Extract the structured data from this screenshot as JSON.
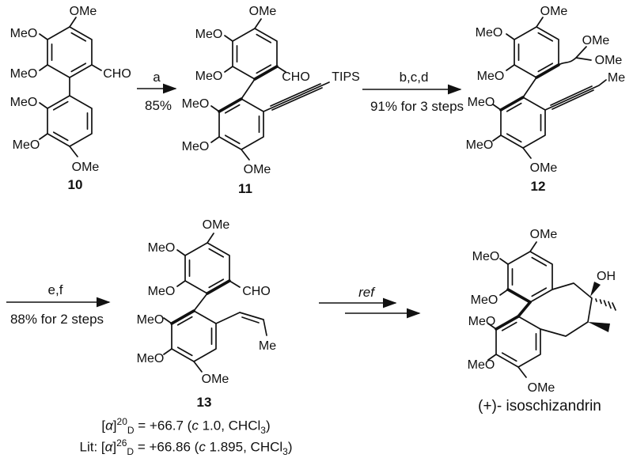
{
  "scheme": {
    "tokens": {
      "ome": "OMe",
      "meo": "MeO",
      "cho": "CHO",
      "tips": "TIPS",
      "me": "Me",
      "oh": "OH"
    },
    "compounds": {
      "c10": {
        "number": "10"
      },
      "c11": {
        "number": "11"
      },
      "c12": {
        "number": "12"
      },
      "c13": {
        "number": "13"
      },
      "product": {
        "name": "(+)- isoschizandrin"
      }
    },
    "arrows": {
      "a": {
        "label": "a",
        "yield": "85%"
      },
      "bcd": {
        "label": "b,c,d",
        "yield": "91% for 3 steps"
      },
      "ef": {
        "label": "e,f",
        "yield": "88% for 2 steps"
      },
      "ref": {
        "label": "ref"
      }
    },
    "rotation": {
      "line1": {
        "prefix": "",
        "bl": "[",
        "alpha": "α",
        "br": "]",
        "sup": "20",
        "sub": "D",
        "mid": " = +66.7 (",
        "c": "c",
        "tail": " 1.0, CHCl",
        "s3": "3",
        "end": ")"
      },
      "line2": {
        "prefix": "Lit: ",
        "bl": "[",
        "alpha": "α",
        "br": "]",
        "sup": "26",
        "sub": "D",
        "mid": " = +66.86 (",
        "c": "c",
        "tail": " 1.895, CHCl",
        "s3": "3",
        "end": ")"
      }
    }
  },
  "colors": {
    "ink": "#111111",
    "background": "#ffffff"
  }
}
